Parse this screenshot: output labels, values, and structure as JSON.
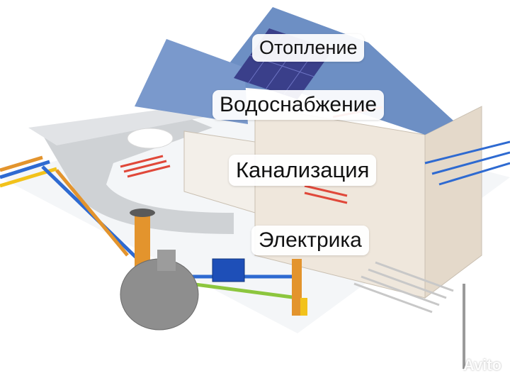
{
  "labels": {
    "heating": "Отопление",
    "water_supply": "Водоснабжение",
    "sewerage": "Канализация",
    "electrical": "Электрика"
  },
  "watermark": {
    "text": "Avito"
  },
  "colors": {
    "roof": "#6d8fc4",
    "solar_panel": "#3a3f8a",
    "wall": "#efe7dc",
    "heat_pipe": "#e0483a",
    "water_pipe_blue": "#2e6ad1",
    "water_pipe_yellow": "#f2c21b",
    "sewer_pipe": "#e3942d",
    "green_pipe": "#8cc63e",
    "septic_tank": "#8e8e8e",
    "ground": "#f2f4f6"
  }
}
